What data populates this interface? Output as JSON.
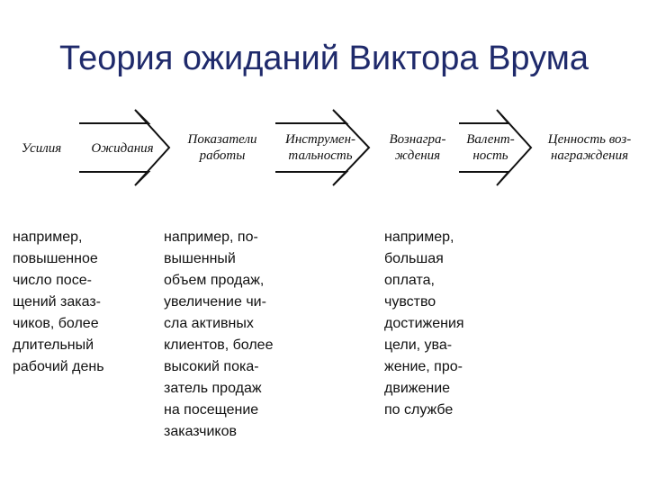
{
  "title": "Теория ожиданий Виктора Врума",
  "flow": {
    "effort": "Усилия",
    "expectation": "Ожидания",
    "performance": [
      "Показатели",
      "работы"
    ],
    "instrumentality": [
      "Инструмен-",
      "тальность"
    ],
    "reward": [
      "Вознагра-",
      "ждения"
    ],
    "valence": [
      "Валент-",
      "ность"
    ],
    "reward_value": [
      "Ценность воз-",
      "награждения"
    ]
  },
  "examples": {
    "effort": [
      "например,",
      "повышенное",
      "число посе-",
      "щений заказ-",
      "чиков, более",
      "длительный",
      "рабочий день"
    ],
    "performance": [
      "например, по-",
      "вышенный",
      "объем продаж,",
      "увеличение чи-",
      "сла активных",
      "клиентов, более",
      "высокий пока-",
      "затель продаж",
      "на посещение",
      "заказчиков"
    ],
    "reward": [
      "например,",
      "большая",
      "оплата,",
      "чувство",
      "достижения",
      "цели, ува-",
      "жение, про-",
      "движение",
      "по службе"
    ]
  }
}
